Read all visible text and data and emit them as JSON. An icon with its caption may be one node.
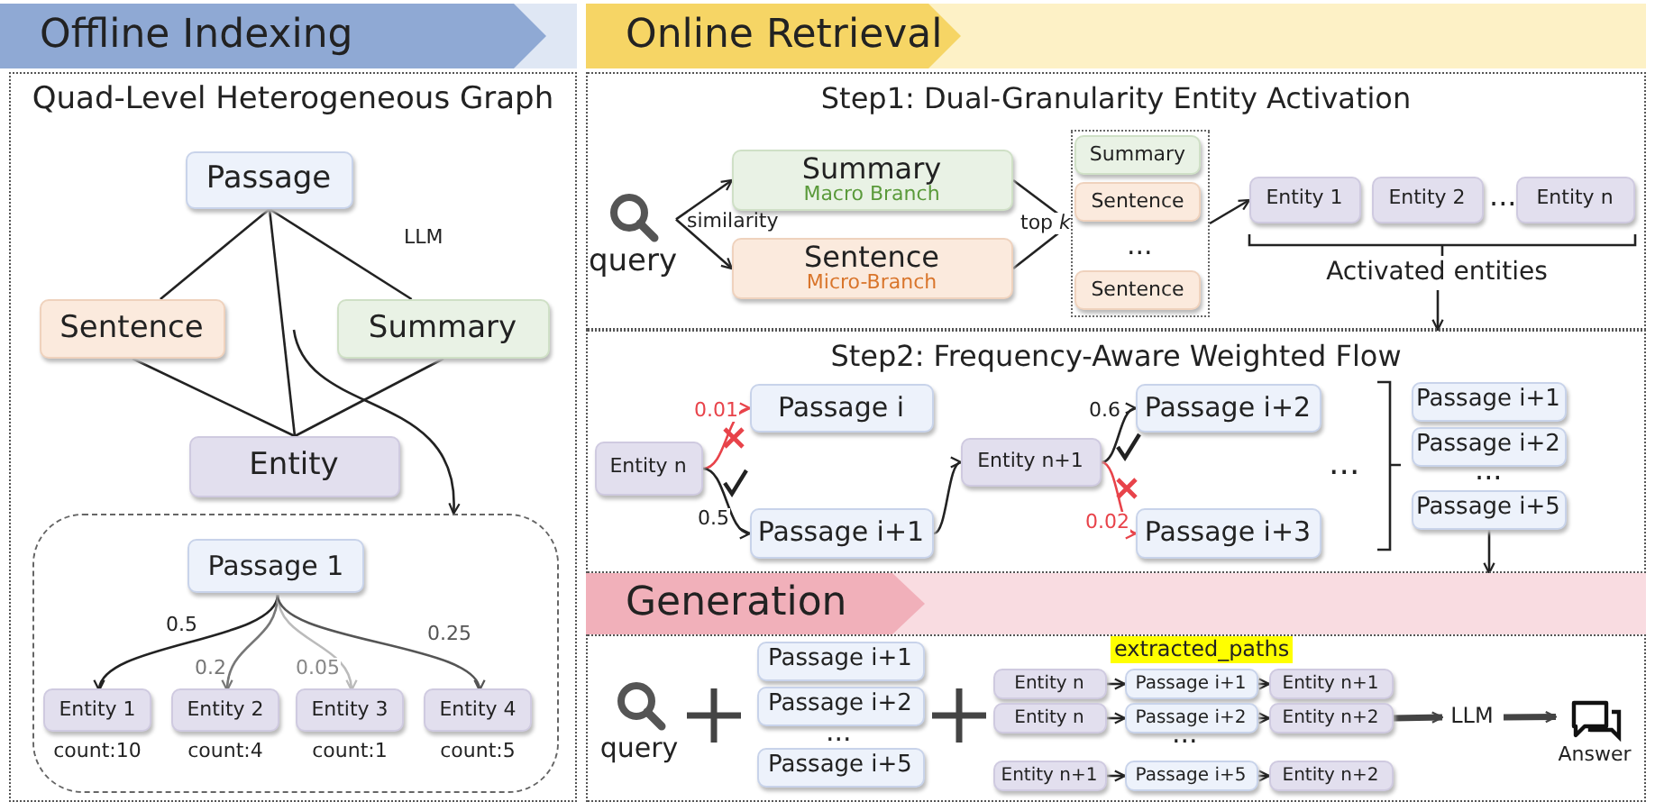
{
  "diagram": {
    "nodes": [
      {
        "text": [
          "Offline Indexing"
        ]
      },
      {
        "text": [
          "Quad-Level Heterogeneous Graph"
        ]
      },
      {
        "text": [
          "Passage"
        ],
        "in": 1
      },
      {
        "text": [
          "Sentence"
        ],
        "in": 1
      },
      {
        "text": [
          "Summary"
        ],
        "in": 1
      },
      {
        "text": [
          "Entity"
        ],
        "in": 1
      },
      {
        "text": [],
        "shape": "box",
        "in": 1
      },
      {
        "text": [
          "Passage 1"
        ],
        "in": 6
      },
      {
        "text": [
          "Entity 1"
        ],
        "in": 6,
        "beside": [
          "count:10"
        ]
      },
      {
        "text": [
          "Entity 2"
        ],
        "in": 6,
        "beside": [
          "count:4"
        ]
      },
      {
        "text": [
          "Entity 3"
        ],
        "in": 6,
        "beside": [
          "count:1"
        ]
      },
      {
        "text": [
          "Entity 4"
        ],
        "in": 6,
        "beside": [
          "count:5"
        ]
      },
      {
        "text": [
          "Online Retrieval"
        ]
      },
      {
        "text": [
          "Step1: Dual-Granularity Entity Activation"
        ]
      },
      {
        "text": [
          "query"
        ],
        "in": 13
      },
      {
        "text": [
          "Summary",
          "Macro Branch"
        ],
        "in": 13
      },
      {
        "text": [
          "Sentence",
          "Micro-Branch"
        ],
        "in": 13
      },
      {
        "text": [],
        "shape": "box",
        "in": 13
      },
      {
        "text": [
          "Summary"
        ],
        "in": 17
      },
      {
        "text": [
          "Sentence"
        ],
        "in": 17
      },
      {
        "text": [
          "Sentence"
        ],
        "in": 17
      },
      {
        "text": [
          "Entity 1"
        ],
        "in": 13
      },
      {
        "text": [
          "Entity 2"
        ],
        "in": 13
      },
      {
        "text": [
          "Entity n"
        ],
        "in": 13
      },
      {
        "text": [
          "Activated entities"
        ],
        "in": 13
      },
      {
        "text": [
          "Step2: Frequency-Aware Weighted Flow"
        ]
      },
      {
        "text": [
          "Entity n"
        ],
        "in": 25
      },
      {
        "text": [
          "Passage i"
        ],
        "in": 25
      },
      {
        "text": [
          "Passage i+1"
        ],
        "in": 25
      },
      {
        "text": [
          "Entity n+1"
        ],
        "in": 25
      },
      {
        "text": [
          "Passage i+2"
        ],
        "in": 25
      },
      {
        "text": [
          "Passage i+3"
        ],
        "in": 25
      },
      {
        "text": [
          "Passage i+1"
        ],
        "in": 25
      },
      {
        "text": [
          "Passage i+2"
        ],
        "in": 25
      },
      {
        "text": [
          "Passage i+5"
        ],
        "in": 25
      },
      {
        "text": [
          "Generation"
        ]
      },
      {
        "text": [],
        "shape": "box"
      },
      {
        "text": [
          "query"
        ],
        "in": 36
      },
      {
        "text": [
          "Passage i+1"
        ],
        "in": 36
      },
      {
        "text": [
          "Passage i+2"
        ],
        "in": 36
      },
      {
        "text": [
          "Passage i+5"
        ],
        "in": 36
      },
      {
        "text": [
          "Entity n"
        ],
        "in": 36
      },
      {
        "text": [
          "Passage i+1"
        ],
        "in": 36
      },
      {
        "text": [
          "Entity n+1"
        ],
        "in": 36
      },
      {
        "text": [
          "Entity n"
        ],
        "in": 36
      },
      {
        "text": [
          "Passage i+2"
        ],
        "in": 36
      },
      {
        "text": [
          "Entity n+2"
        ],
        "in": 36
      },
      {
        "text": [
          "Entity n+1"
        ],
        "in": 36
      },
      {
        "text": [
          "Passage i+5"
        ],
        "in": 36
      },
      {
        "text": [
          "Entity n+2"
        ],
        "in": 36
      },
      {
        "text": [
          "LLM"
        ],
        "in": 36
      },
      {
        "text": [
          "Answer"
        ],
        "in": 36
      }
    ],
    "edges": [
      {
        "from": 2,
        "to": 3,
        "arrow": "none"
      },
      {
        "from": 2,
        "to": 4,
        "arrow": "none",
        "label": "LLM"
      },
      {
        "from": 2,
        "to": 5,
        "arrow": "none"
      },
      {
        "from": 3,
        "to": 5,
        "arrow": "none"
      },
      {
        "from": 4,
        "to": 5,
        "arrow": "none"
      },
      {
        "from": null,
        "to": 6,
        "arrow": "to"
      },
      {
        "from": 7,
        "to": 8,
        "arrow": "to",
        "label": "0.5"
      },
      {
        "from": 7,
        "to": 9,
        "arrow": "to",
        "label": "0.2",
        "color": "#777777"
      },
      {
        "from": 7,
        "to": 10,
        "arrow": "to",
        "label": "0.05",
        "color": "#bbbbbb"
      },
      {
        "from": 7,
        "to": 11,
        "arrow": "to",
        "label": "0.25",
        "color": "#555555"
      },
      {
        "from": 14,
        "to": 15,
        "arrow": "to"
      },
      {
        "from": 14,
        "to": 16,
        "arrow": "to"
      },
      {
        "from": 15,
        "to": 17,
        "arrow": "none",
        "label": "top *k*"
      },
      {
        "from": 16,
        "to": 17,
        "arrow": "none"
      },
      {
        "from": 17,
        "to": 21,
        "arrow": "to"
      },
      {
        "from": 24,
        "to": 25,
        "arrow": "to"
      },
      {
        "from": 26,
        "to": 27,
        "arrow": "to",
        "label": "0.01",
        "color": "#e8434a"
      },
      {
        "from": 26,
        "to": 28,
        "arrow": "to",
        "label": "0.5"
      },
      {
        "from": 28,
        "to": 29,
        "arrow": "to"
      },
      {
        "from": 29,
        "to": 30,
        "arrow": "to",
        "label": "0.6"
      },
      {
        "from": 29,
        "to": 31,
        "arrow": "to",
        "label": "0.02",
        "color": "#e8434a"
      },
      {
        "from": 34,
        "to": 35,
        "arrow": "to"
      },
      {
        "from": 41,
        "to": 42,
        "arrow": "to"
      },
      {
        "from": 42,
        "to": 43,
        "arrow": "to"
      },
      {
        "from": 44,
        "to": 45,
        "arrow": "to"
      },
      {
        "from": 45,
        "to": 46,
        "arrow": "to"
      },
      {
        "from": 47,
        "to": 48,
        "arrow": "to"
      },
      {
        "from": 48,
        "to": 49,
        "arrow": "to"
      },
      {
        "from": 46,
        "to": 50,
        "arrow": "to",
        "style": "thick",
        "color": "#444444"
      },
      {
        "from": 50,
        "to": 51,
        "arrow": "to",
        "style": "thick",
        "color": "#444444"
      }
    ],
    "labels": [
      "similarity",
      "...",
      "...",
      "...",
      "...",
      "...",
      "extracted_paths",
      "..."
    ]
  }
}
